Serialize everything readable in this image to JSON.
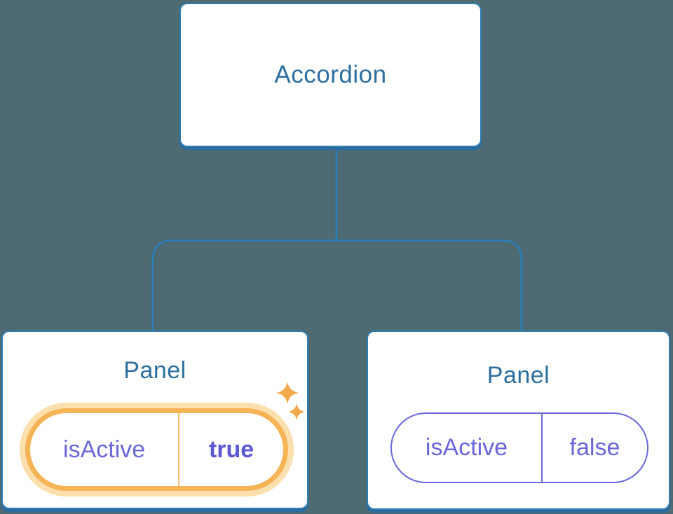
{
  "diagram": {
    "title": "Accordion component tree with Panel state",
    "background_color": "#4E6A73",
    "colors": {
      "node_stroke": "#2F7CB2",
      "node_shadow": "#2B6C9F",
      "node_text": "#2D6F9E",
      "prop_purple": "#6A67D8",
      "prop_value_bold_purple": "#5D58D4",
      "highlight_orange": "#F5B455",
      "highlight_halo": "#FBDFAC",
      "highlight_divider": "#F5BE6E",
      "sparkle_orange": "#F1A94C"
    },
    "root": {
      "label": "Accordion"
    },
    "children": [
      {
        "title": "Panel",
        "prop": {
          "name": "isActive",
          "value": "true"
        },
        "active": true,
        "decoration": "sparkles-icon"
      },
      {
        "title": "Panel",
        "prop": {
          "name": "isActive",
          "value": "false"
        },
        "active": false
      }
    ]
  }
}
